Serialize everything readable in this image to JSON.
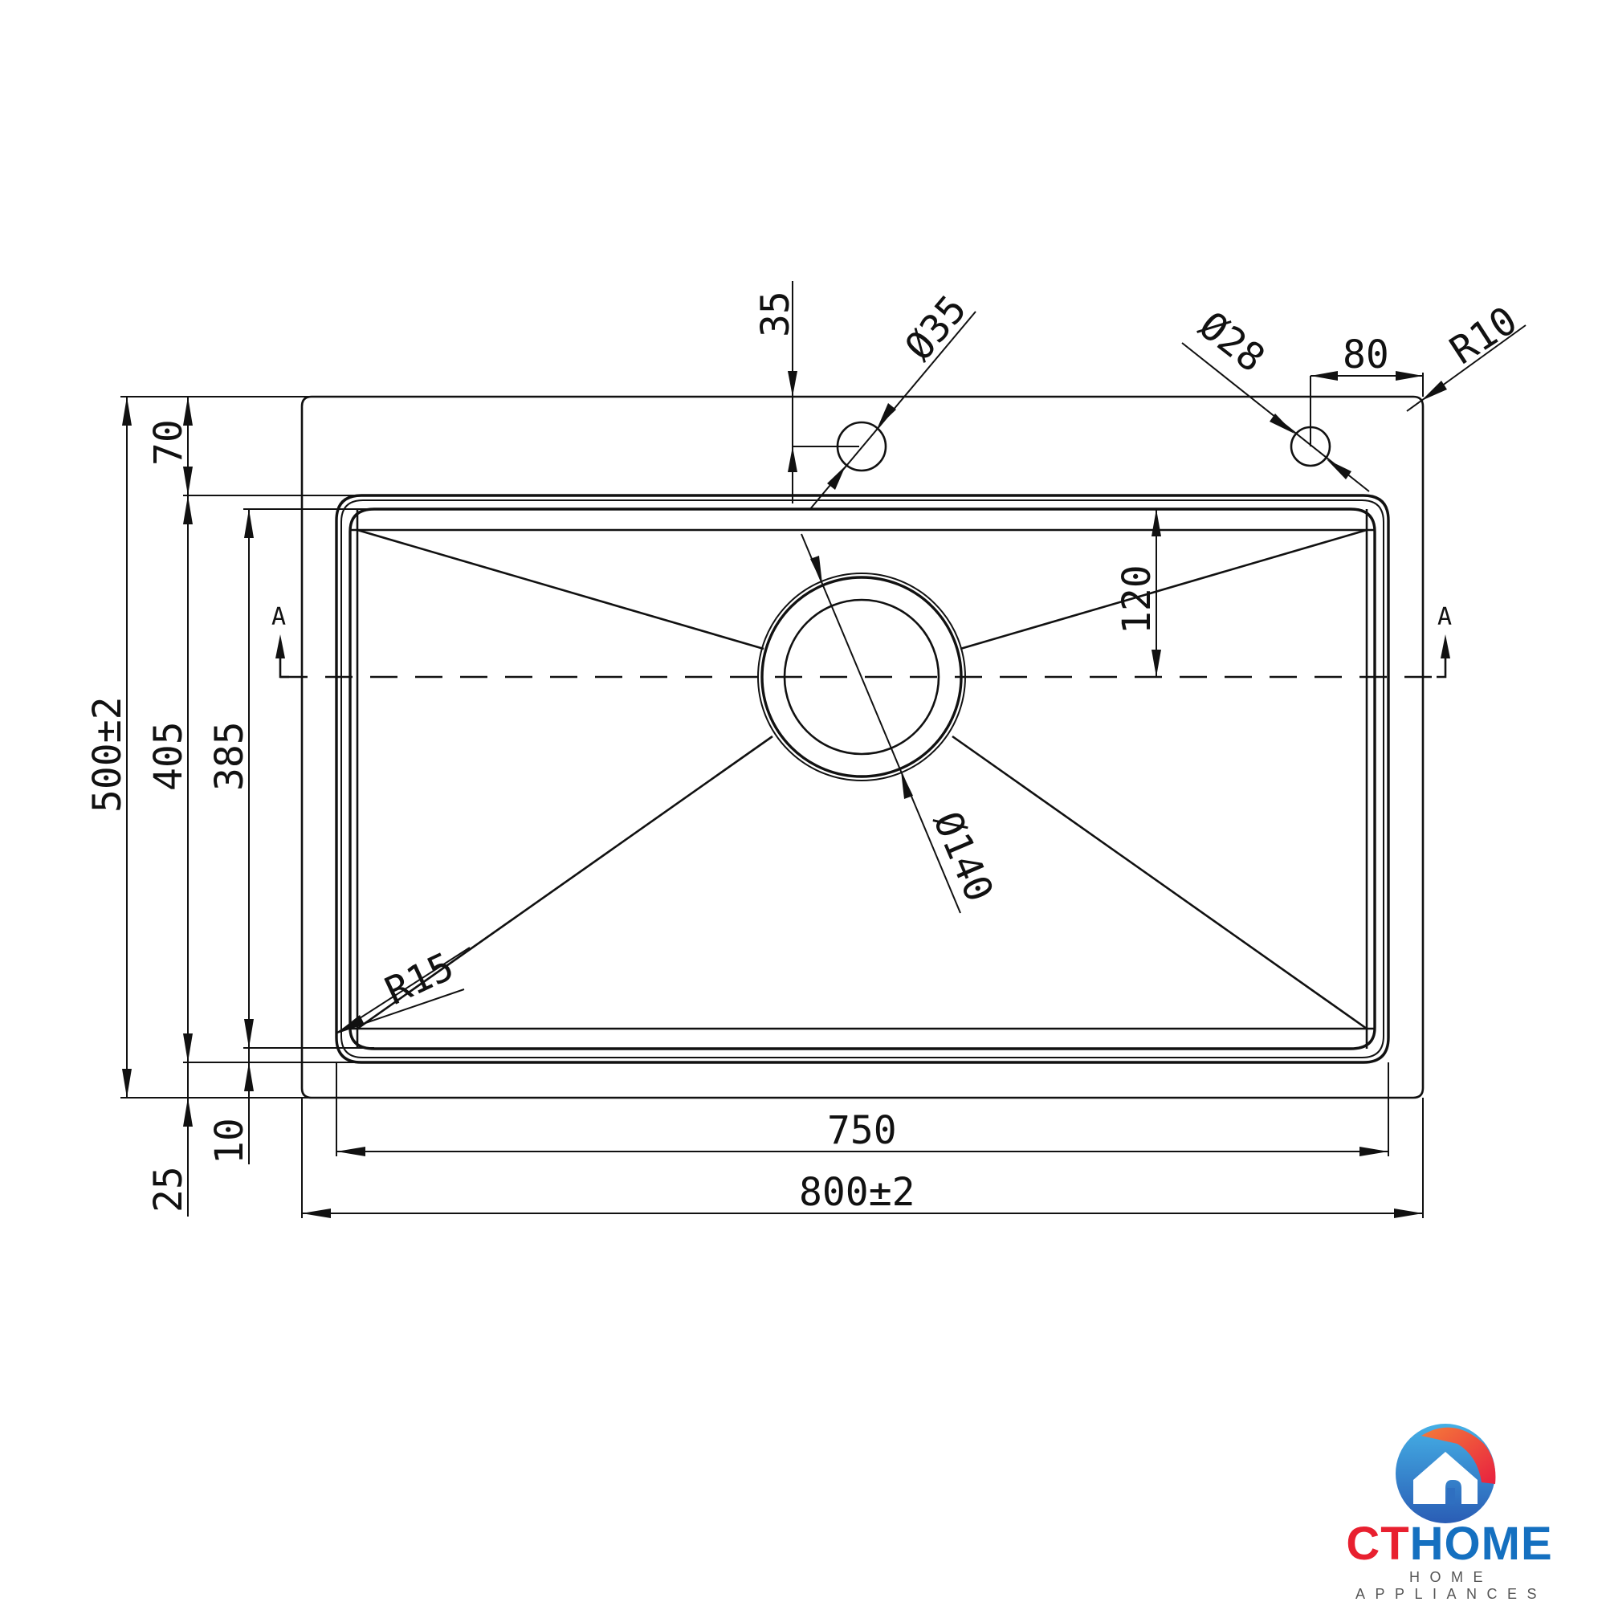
{
  "drawing": {
    "type": "sink-top-view-technical-drawing",
    "units": "mm",
    "dimensions": {
      "overall_width": "800±2",
      "bowl_width": "750",
      "overall_depth": "500±2",
      "bowl_depth_outer": "405",
      "bowl_depth_inner": "385",
      "back_flange": "70",
      "front_flange": "25",
      "inner_offset": "10",
      "tap_hole_offset": "35",
      "tap_hole_diameter": "Ø35",
      "accessory_hole_diameter": "Ø28",
      "accessory_hole_offset": "80",
      "outer_corner_radius": "R10",
      "bowl_corner_radius": "R15",
      "drain_offset": "120",
      "drain_diameter": "Ø140"
    },
    "section_marker_left": "A",
    "section_marker_right": "A"
  },
  "logo": {
    "brand_part1": "CT",
    "brand_part2": "HOME",
    "tagline": "HOME APPLIANCES",
    "colors": {
      "red": "#e8202f",
      "blue": "#1570c0",
      "orange": "#f47b3a",
      "light_blue": "#45b0e6",
      "grey": "#555555"
    }
  }
}
